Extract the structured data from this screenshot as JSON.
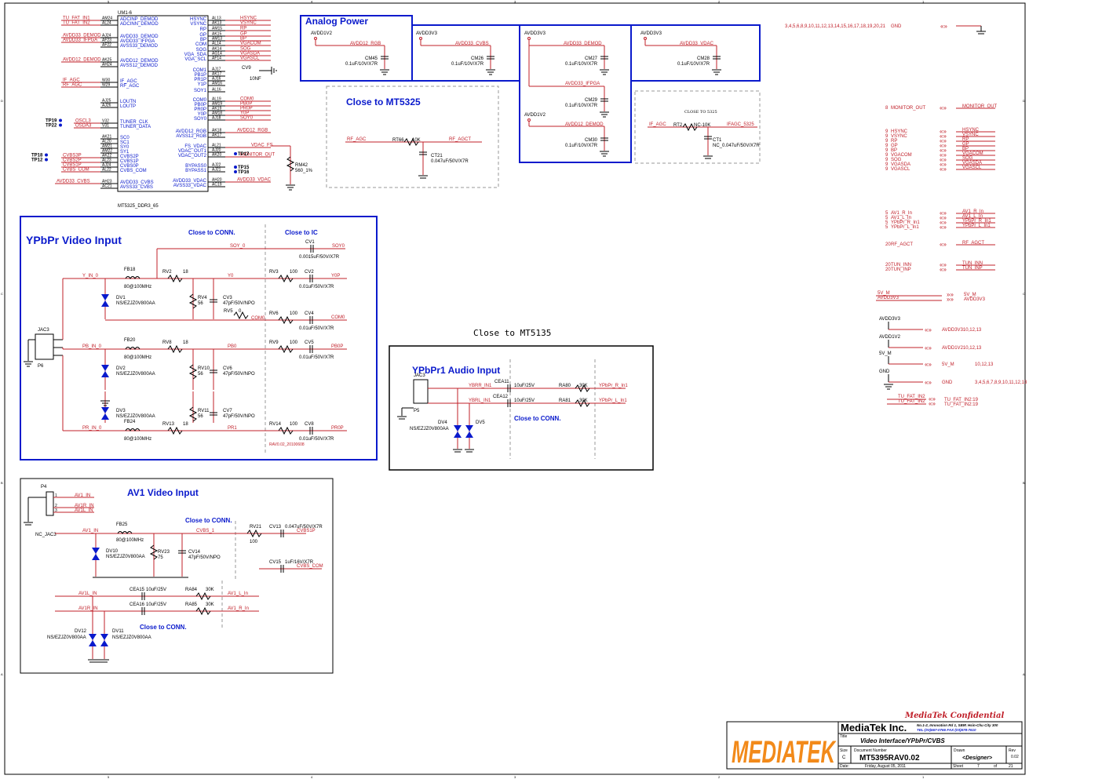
{
  "ic": {
    "ref": "UM1-6",
    "part": "MT5325_DDR3_65",
    "left_nets": [
      "TU_FAT_IN1",
      "TU_FAT_IN2",
      "AVDD33_DEMOD",
      "AVDD33_IFPGA",
      "AVDD12_DEMOD",
      "IF_AGC",
      "RF_AGC",
      "OSCL3",
      "OSDA3",
      "CVBS3P",
      "CVBS2P",
      "CVBS1P",
      "CVBS_COM",
      "AVDD33_CVBS"
    ],
    "left_pins": [
      "AM24",
      "AL24",
      "AJ24",
      "AF23",
      "AF22",
      "AK25",
      "AH24",
      "W30",
      "W29",
      "AJ25",
      "AJ26",
      "V32",
      "V31",
      "AK21",
      "AL20",
      "AM21",
      "AM22",
      "AK22",
      "AL23",
      "AJ24",
      "AL22",
      "AH23",
      "AC21"
    ],
    "pins_left": [
      "ADCINP_DEMOD",
      "ADCINN_DEMOD",
      "AVDD33_DEMOD",
      "AVDD33_IFPGA",
      "AVSS33_DEMOD",
      "AVDD12_DEMOD",
      "AVSS12_DEMOD",
      "IF_AGC",
      "RF_AGC",
      "LOUTN",
      "LOUTP",
      "TUNER_CLK",
      "TUNER_DATA",
      "SC0",
      "SC1",
      "SY0",
      "SY1",
      "CVBS2P",
      "CVBS1P",
      "CVBS0P",
      "CVBS_COM",
      "AVDD33_CVBS",
      "AVSS33_CVBS"
    ],
    "pins_right": [
      "HSYNC",
      "VSYNC",
      "RP",
      "GP",
      "BP",
      "COM",
      "SOG",
      "VGA_SDA",
      "VGA_SCL",
      "COM1",
      "PB1P",
      "PR1P",
      "Y1P",
      "SOY1",
      "COM0",
      "PB0P",
      "PR0P",
      "Y0P",
      "SOY0",
      "AVDD12_RGB",
      "AVSS12_RGB",
      "FS_VDAC",
      "VDAC_OUT1",
      "VDAC_OUT2",
      "BYPASS0",
      "BYPASS1",
      "AVDD33_VDAC",
      "AVSS33_VDAC"
    ],
    "right_pins": [
      "AL13",
      "AK13",
      "AM15",
      "AK15",
      "AM13",
      "AL14",
      "AK14",
      "AG14",
      "AF14",
      "AJ17",
      "AK17",
      "AJ16",
      "AM16",
      "AL16",
      "AL19",
      "AM19",
      "AK19",
      "AM18",
      "AJ18",
      "AK18",
      "AK17",
      "AL21",
      "AJ20",
      "AK20",
      "AJ22",
      "AJ21",
      "AH20",
      "AC19"
    ],
    "right_nets": [
      "HSYNC",
      "VSYNC",
      "RP",
      "GP",
      "BP",
      "VGACOM",
      "SOG",
      "VGASDA",
      "VGASCL",
      "COM0",
      "PB0P",
      "PR0P",
      "Y0P",
      "SOY0",
      "AVDD12_RGB",
      "VDAC_FS",
      "MONITOR_OUT",
      "AVDD33_VDAC"
    ],
    "tp_left": [
      "TP19",
      "TP22",
      "TP18",
      "TP12"
    ],
    "tp_right": [
      "TP17",
      "TP15",
      "TP16"
    ],
    "cv9": "CV9",
    "cv9_val": "10NF",
    "rm": "RM42",
    "rm_val": "560_1%"
  },
  "analog_power": {
    "title": "Analog Power",
    "cols": [
      {
        "rail": "AVDD1V2",
        "net": "AVDD12_RGB",
        "cap": "CM45",
        "val": "0.1uF/10V/X7R"
      },
      {
        "rail": "AVDD3V3",
        "net": "AVDD33_CVBS",
        "cap": "CM26",
        "val": "0.1uF/10V/X7R"
      },
      {
        "rail": "AVDD3V3",
        "net": "AVDD33_DEMOD",
        "cap": "CM27",
        "val": "0.1uF/10V/X7R"
      },
      {
        "rail": "AVDD3V3",
        "net": "AVDD33_VDAC",
        "cap": "CM28",
        "val": "0.1uF/10V/X7R"
      }
    ],
    "extra": [
      {
        "net": "AVDD33_IFPGA",
        "cap": "CM29",
        "val": "0.1uF/10V/X7R"
      },
      {
        "rail": "AVDD1V2",
        "net": "AVDD12_DEMOD",
        "cap": "CM30",
        "val": "0.1uF/10V/X7R"
      }
    ]
  },
  "close_mt5325": {
    "title": "Close to MT5325",
    "left": "RF_AGC",
    "res": "RT66",
    "res_val": "10K",
    "right": "RF_AGCT",
    "cap": "CT21",
    "cap_val": "0.047uF/50V/X7R"
  },
  "close5325_small": {
    "title": "CLOSE TO 5325",
    "left": "IF_AGC",
    "res": "RT2",
    "res_val": "NC-10K",
    "right": "IFAGC_5325",
    "cap": "CT1",
    "cap_val": "NC_0.047uF/50V/X7R"
  },
  "gnd_note": {
    "list": "3,4,5,6,8,9,10,11,12,13,14,15,16,17,18,19,20,21",
    "net": "GND"
  },
  "offpage": [
    {
      "sheets": "8",
      "net": "MONITOR_OUT",
      "label": "MONITOR_OUT"
    },
    {
      "sheets": "9",
      "net": "HSYNC",
      "label": "HSYNC"
    },
    {
      "sheets": "9",
      "net": "VSYNC",
      "label": "VSYNC"
    },
    {
      "sheets": "9",
      "net": "RP",
      "label": "RP"
    },
    {
      "sheets": "9",
      "net": "GP",
      "label": "GP"
    },
    {
      "sheets": "9",
      "net": "BP",
      "label": "BP"
    },
    {
      "sheets": "9",
      "net": "VGACOM",
      "label": "VGACOM"
    },
    {
      "sheets": "9",
      "net": "SOG",
      "label": "SOG"
    },
    {
      "sheets": "9",
      "net": "VGASDA",
      "label": "VGASDA"
    },
    {
      "sheets": "9",
      "net": "VGASCL",
      "label": "VGASCL"
    },
    {
      "sheets": "5",
      "net": "AV1_R_In",
      "label": "AV1_R_In"
    },
    {
      "sheets": "5",
      "net": "AV1_L_In",
      "label": "AV1_L_In"
    },
    {
      "sheets": "5",
      "net": "YPbPr_R_In1",
      "label": "YPbPr_R_In1"
    },
    {
      "sheets": "5",
      "net": "YPbPr_L_In1",
      "label": "YPbPr_L_In1"
    },
    {
      "sheets": "20",
      "net": "RF_AGCT",
      "label": "RF_AGCT"
    },
    {
      "sheets": "20",
      "net": "TUN_INN",
      "label": "TUN_INN"
    },
    {
      "sheets": "20",
      "net": "TUN_INP",
      "label": "TUN_INP"
    }
  ],
  "power_ports": [
    {
      "left": "5V_M",
      "right": "5V_M"
    },
    {
      "left": "AVDD3V3",
      "right": "AVDD3V3"
    }
  ],
  "power_out": [
    {
      "net": "AVDD3V3",
      "label": "AVDD3V310,12,13"
    },
    {
      "net": "AVDD1V2",
      "label": "AVDD1V210,12,13"
    },
    {
      "net": "5V_M",
      "label": "5V_M",
      "sheets": "10,12,13"
    },
    {
      "net": "GND",
      "label": "GND",
      "sheets": "3,4,5,6,7,8,9,10,11,12,13"
    }
  ],
  "tu_fat": [
    {
      "net": "TU_FAT_IN2",
      "label": "TU_FAT_IN2:19"
    },
    {
      "net": "TU_FAT_IN2",
      "label": "TU_FAT_IN2:19"
    }
  ],
  "ypbpr": {
    "title": "YPbPr Video Input",
    "close_conn": "Close to CONN.",
    "close_ic": "Close to IC",
    "jack": "JAC3",
    "p": "P6",
    "cv1": "CV1",
    "cv1_val": "0.0015uF/50V/X7R",
    "soy": "SOY_0",
    "soy0": "SOY0",
    "rows": [
      {
        "in": "Y_IN_0",
        "fb": "FB18",
        "fbv": "80@100MHz",
        "r1": "RV2",
        "r1v": "18",
        "net": "Y0",
        "r2": "RV3",
        "r2v": "100",
        "c": "CV2",
        "cv": "0.01uF/50V/X7R",
        "out": "Y0P",
        "dv": "DV1",
        "dvv": "NS/EZJZ0V800AA",
        "rsh": "RV4",
        "rshv": "56",
        "csh": "CV3",
        "cshv": "47pF/50V/NPO",
        "com_r": "RV5",
        "com_rv": "0",
        "com_net": "COM0",
        "com_r2": "RV6",
        "com_r2v": "100",
        "com_c": "CV4",
        "com_cv": "0.01uF/50V/X7R",
        "com_out": "COM0"
      },
      {
        "in": "PB_IN_0",
        "fb": "FB20",
        "fbv": "80@100MHz",
        "r1": "RV8",
        "r1v": "18",
        "net": "PB0",
        "r2": "RV9",
        "r2v": "100",
        "c": "CV5",
        "cv": "0.01uF/50V/X7R",
        "out": "PB0P",
        "dv": "DV2",
        "dvv": "NS/EZJZ0V800AA",
        "rsh": "RV10",
        "rshv": "56",
        "csh": "CV6",
        "cshv": "47pF/50V/NPO"
      },
      {
        "in": "PR_IN_0",
        "fb": "FB24",
        "fbv": "80@100MHz",
        "r1": "RV13",
        "r1v": "18",
        "net": "PR1",
        "r2": "RV14",
        "r2v": "100",
        "c": "CV8",
        "cv": "0.01uF/50V/X7R",
        "out": "PR0P",
        "dv": "DV3",
        "dvv": "NS/EZJZ0V800AA",
        "rsh": "RV11",
        "rshv": "56",
        "csh": "CV7",
        "cshv": "47pF/50V/NPO"
      }
    ],
    "rev": "RAV0.02_20100608"
  },
  "close_mt5135": "Close to MT5135",
  "audio": {
    "title": "YPbPr1 Audio Input",
    "jack": "JAC3",
    "p": "P5",
    "r_in": "YBRR_IN1",
    "l_in": "YBRL_IN1",
    "cea_r": "CEA11",
    "cea_l": "CEA12",
    "cea_val": "10uF/25V",
    "ra_r": "RA80",
    "ra_l": "RA81",
    "ra_val": "30K",
    "out_r": "YPbPr_R_In1",
    "out_l": "YPbPr_L_In1",
    "dv_a": "DV4",
    "dv_b": "DV5",
    "dvv": "NS/EZJZ0V800AA",
    "close": "Close to CONN."
  },
  "av1": {
    "title": "AV1 Video Input",
    "close": "Close to CONN.",
    "close2": "Close to CONN.",
    "p": "P4",
    "jack": "NC_JAC3",
    "pins": [
      "AV1_IN",
      "AV1R_IN",
      "AV1L_IN"
    ],
    "fb": "FB25",
    "fbv": "80@100MHz",
    "in": "AV1_IN",
    "net": "CVBS_1",
    "r21": "RV21",
    "r21v": "100",
    "c13": "CV13",
    "c13v": "0.047uF/50V/X7R",
    "out": "CVBS1P",
    "c15": "CV15",
    "c15v": "1uF/16V/X7R",
    "com": "CVBS_COM",
    "dv10": "DV10",
    "dvv": "NS/EZJZ0V800AA",
    "rv23": "RV23",
    "rv23v": "75",
    "cv14": "CV14",
    "cv14v": "47pF/50V/NPO",
    "l_in": "AV1L_IN",
    "r_in": "AV1R_IN",
    "cea15": "CEA15",
    "cea16": "CEA16",
    "cea_val": "10uF/25V",
    "ra84": "RA84",
    "ra85": "RA85",
    "ra_val": "30K",
    "l_out": "AV1_L_In",
    "r_out": "AV1_R_In",
    "dv12": "DV12",
    "dv11": "DV11"
  },
  "title_block": {
    "confidential": "MediaTek Confidential",
    "company": "MediaTek Inc.",
    "address": "No.1-2, Innovation Rd 1, SBIP, Hsin-Chu City 300",
    "tel": "TEL:(03)567-0766 FAX:(03)578-7610",
    "logo": "MEDIATEK",
    "title_label": "Title",
    "title": "Video Interface/YPbPr/CVBS",
    "size_label": "Size",
    "size": "C",
    "docnum_label": "Document Number",
    "docnum": "MT5395RAV0.02",
    "drawn_label": "Drawn",
    "drawn": "<Designer>",
    "rev_label": "Rev",
    "rev": "0.02",
    "date_label": "Date:",
    "date": "Friday, August 05, 2011",
    "sheet_label": "Sheet",
    "sheet": "7",
    "of_label": "of",
    "of": "21"
  },
  "border": {
    "cols": [
      "5",
      "4",
      "3",
      "2",
      "1"
    ],
    "rows": [
      "D",
      "C",
      "B",
      "A"
    ]
  }
}
